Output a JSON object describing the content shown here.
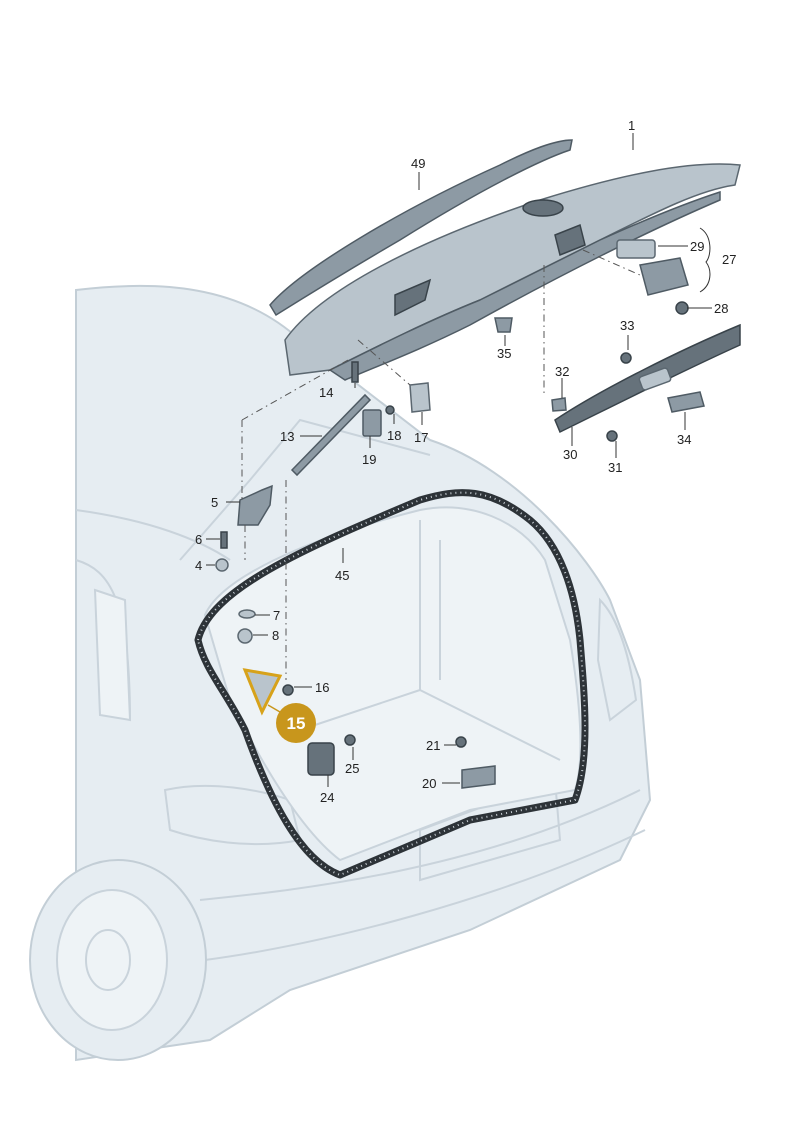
{
  "diagram": {
    "callouts": [
      {
        "id": "c1",
        "text": "1"
      },
      {
        "id": "c49",
        "text": "49"
      },
      {
        "id": "c29",
        "text": "29"
      },
      {
        "id": "c27",
        "text": "27"
      },
      {
        "id": "c28",
        "text": "28"
      },
      {
        "id": "c35",
        "text": "35"
      },
      {
        "id": "c33",
        "text": "33"
      },
      {
        "id": "c32",
        "text": "32"
      },
      {
        "id": "c34",
        "text": "34"
      },
      {
        "id": "c30",
        "text": "30"
      },
      {
        "id": "c31",
        "text": "31"
      },
      {
        "id": "c14",
        "text": "14"
      },
      {
        "id": "c13",
        "text": "13"
      },
      {
        "id": "c18",
        "text": "18"
      },
      {
        "id": "c17",
        "text": "17"
      },
      {
        "id": "c19",
        "text": "19"
      },
      {
        "id": "c5",
        "text": "5"
      },
      {
        "id": "c6",
        "text": "6"
      },
      {
        "id": "c4",
        "text": "4"
      },
      {
        "id": "c45",
        "text": "45"
      },
      {
        "id": "c7",
        "text": "7"
      },
      {
        "id": "c8",
        "text": "8"
      },
      {
        "id": "c16",
        "text": "16"
      },
      {
        "id": "c25",
        "text": "25"
      },
      {
        "id": "c24",
        "text": "24"
      },
      {
        "id": "c21",
        "text": "21"
      },
      {
        "id": "c20",
        "text": "20"
      }
    ],
    "highlighted": {
      "text": "15",
      "color": "#c8961c"
    }
  }
}
